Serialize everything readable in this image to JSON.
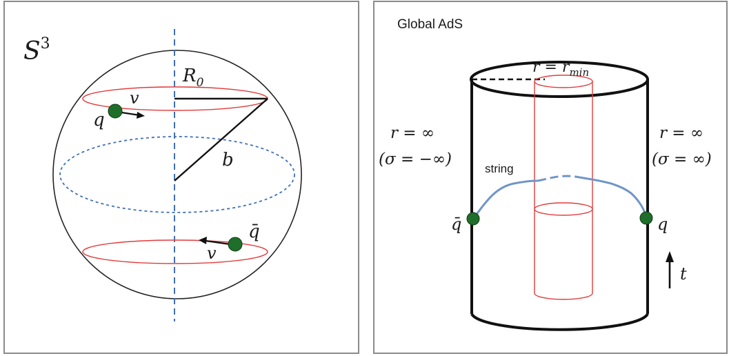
{
  "left_panel": {
    "label_space": "S",
    "label_space_sup": "3",
    "label_R": "R",
    "label_R_sub": "0",
    "label_v_top": "v",
    "label_q": "q",
    "label_b": "b",
    "label_qbar": "q̄",
    "label_v_bottom": "v"
  },
  "right_panel": {
    "title": "Global AdS",
    "label_rmin_lhs": "r = r",
    "label_rmin_sub": "min",
    "label_left_r": "r = ∞",
    "label_left_sigma": "(σ = −∞)",
    "label_right_r": "r = ∞",
    "label_right_sigma": "(σ = ∞)",
    "label_string": "string",
    "label_qbar": "q̄",
    "label_q": "q",
    "label_t": "t"
  },
  "colors": {
    "circle_red": "#e23b3b",
    "dashed_blue": "#3f6fb5",
    "string_blue": "#6f95c8",
    "particle_green": "#1f6e2a",
    "frame_gray": "#8a8a8a"
  }
}
